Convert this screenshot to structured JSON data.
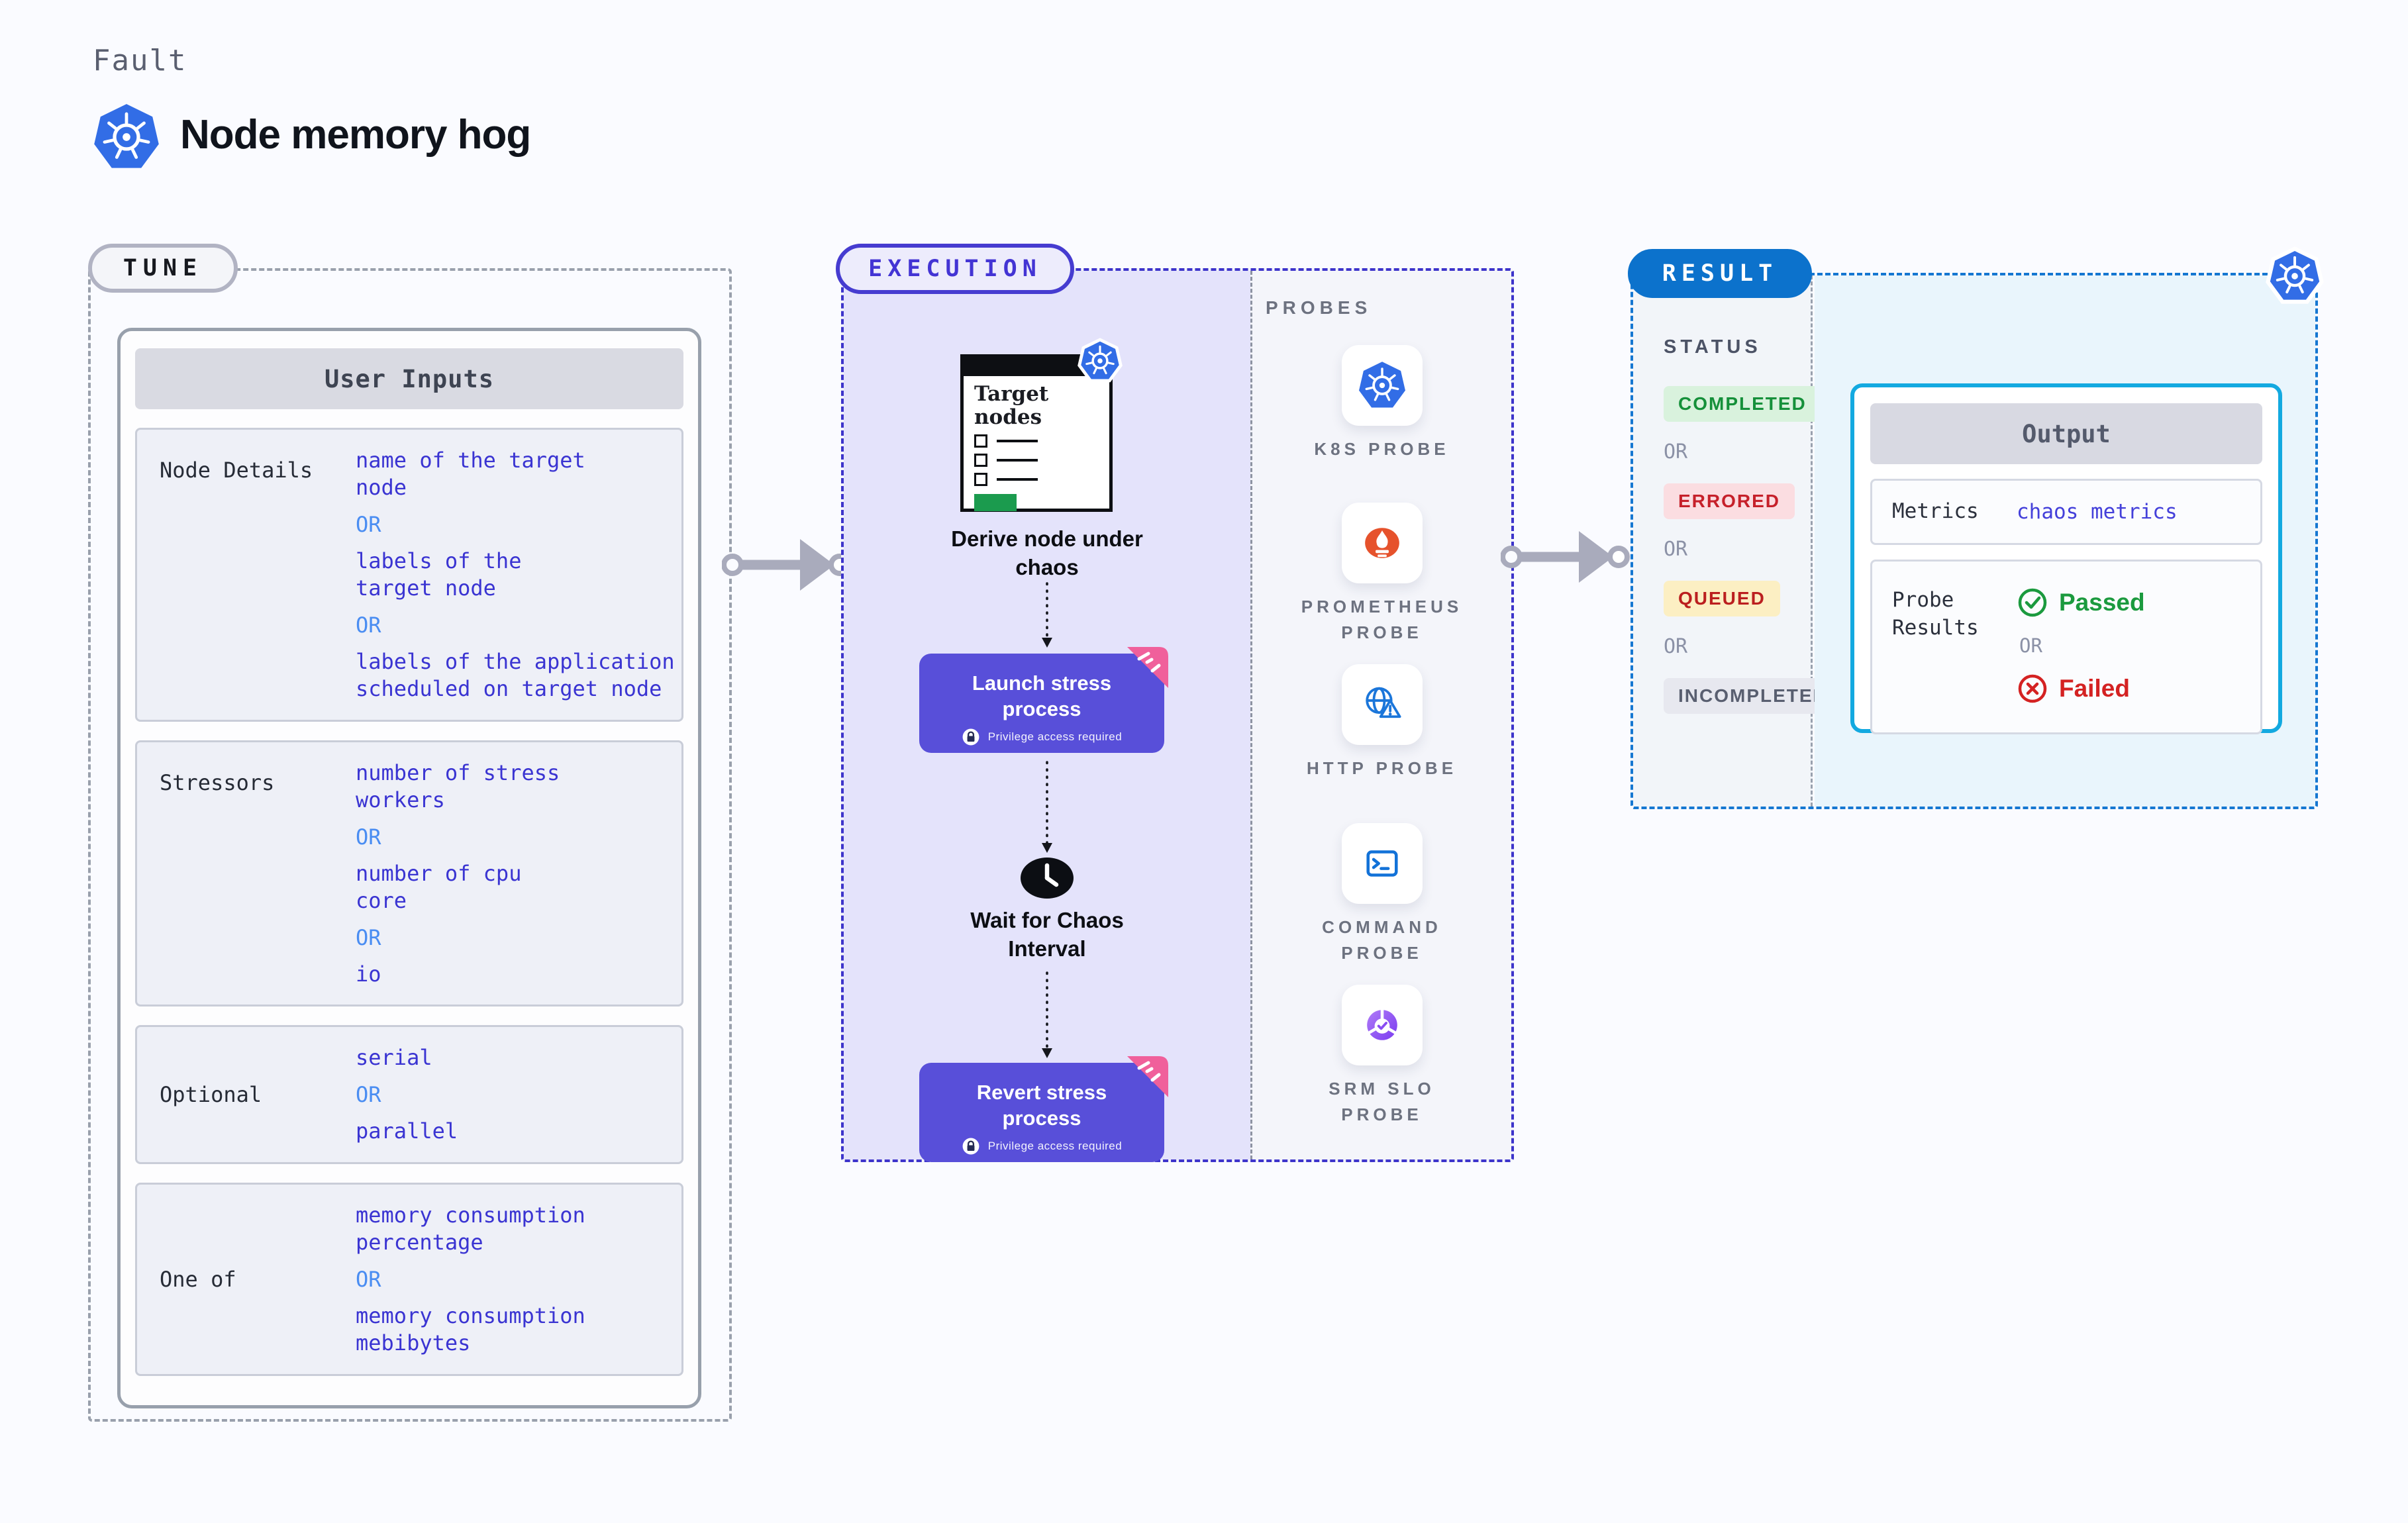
{
  "header": {
    "category": "Fault",
    "title": "Node memory hog"
  },
  "labels": {
    "or": "OR"
  },
  "tune": {
    "badge": "TUNE",
    "card_title": "User Inputs",
    "rows": [
      {
        "label": "Node Details",
        "options": [
          "name of the target\nnode",
          "labels of the\ntarget node",
          "labels of the application\nscheduled on target node"
        ]
      },
      {
        "label": "Stressors",
        "options": [
          "number of stress\nworkers",
          "number of cpu\ncore",
          "io"
        ]
      },
      {
        "label": "Optional",
        "options": [
          "serial",
          "parallel"
        ]
      },
      {
        "label": "One of",
        "options": [
          "memory consumption\npercentage",
          "memory consumption\nmebibytes"
        ]
      }
    ]
  },
  "execution": {
    "badge": "EXECUTION",
    "window_title": "Target nodes",
    "steps": {
      "derive": "Derive node under chaos",
      "launch": {
        "title": "Launch stress process",
        "note": "Privilege access required"
      },
      "wait": "Wait for Chaos Interval",
      "revert": {
        "title": "Revert stress process",
        "note": "Privilege access required"
      }
    },
    "probes": {
      "title": "PROBES",
      "items": [
        {
          "icon": "kubernetes-icon",
          "label": "K8S PROBE"
        },
        {
          "icon": "prometheus-icon",
          "label": "PROMETHEUS\nPROBE"
        },
        {
          "icon": "http-icon",
          "label": "HTTP PROBE"
        },
        {
          "icon": "command-icon",
          "label": "COMMAND\nPROBE"
        },
        {
          "icon": "srm-slo-icon",
          "label": "SRM SLO\nPROBE"
        }
      ]
    }
  },
  "result": {
    "badge": "RESULT",
    "status": {
      "title": "STATUS",
      "items": [
        {
          "label": "COMPLETED",
          "kind": "success"
        },
        {
          "label": "ERRORED",
          "kind": "error"
        },
        {
          "label": "QUEUED",
          "kind": "queued"
        },
        {
          "label": "INCOMPLETED",
          "kind": "muted"
        }
      ]
    },
    "output": {
      "title": "Output",
      "metrics_label": "Metrics",
      "metrics_value": "chaos metrics",
      "probe_results_label": "Probe Results",
      "passed": "Passed",
      "failed": "Failed"
    }
  },
  "colors": {
    "accent_indigo": "#584fd9",
    "exec_border": "#3d34cb",
    "result_blue": "#0c72cc",
    "output_border": "#13a9e0",
    "value_blue": "#3a34d2",
    "or_blue": "#4a8df2",
    "success_green": "#15903a",
    "error_red": "#c6202a",
    "queued_yellow_bg": "#fcefc3",
    "kubernetes_blue": "#326de6",
    "prometheus_orange": "#e6522c",
    "pink_corner": "#f0609b"
  }
}
